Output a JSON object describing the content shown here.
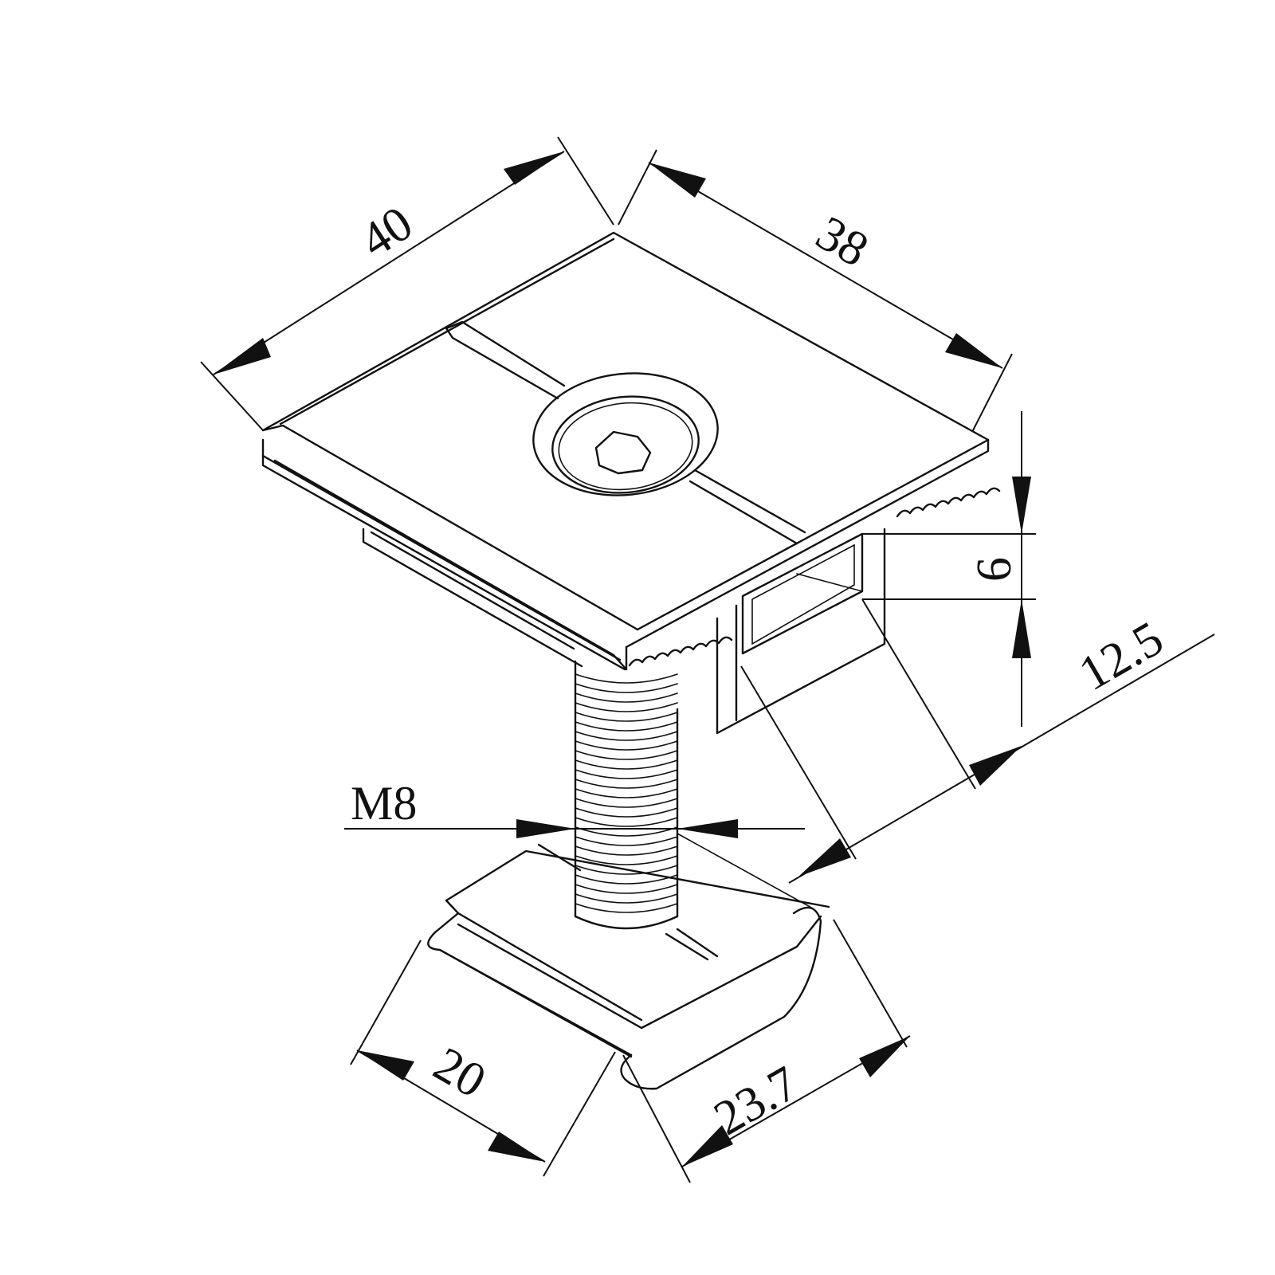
{
  "dimensions": {
    "top_width": "40",
    "top_depth": "38",
    "slot_height": "6",
    "height": "12.5",
    "thread": "M8",
    "nut_width": "20",
    "nut_length": "23.7"
  },
  "colors": {
    "line": "#111111",
    "background": "#ffffff"
  }
}
